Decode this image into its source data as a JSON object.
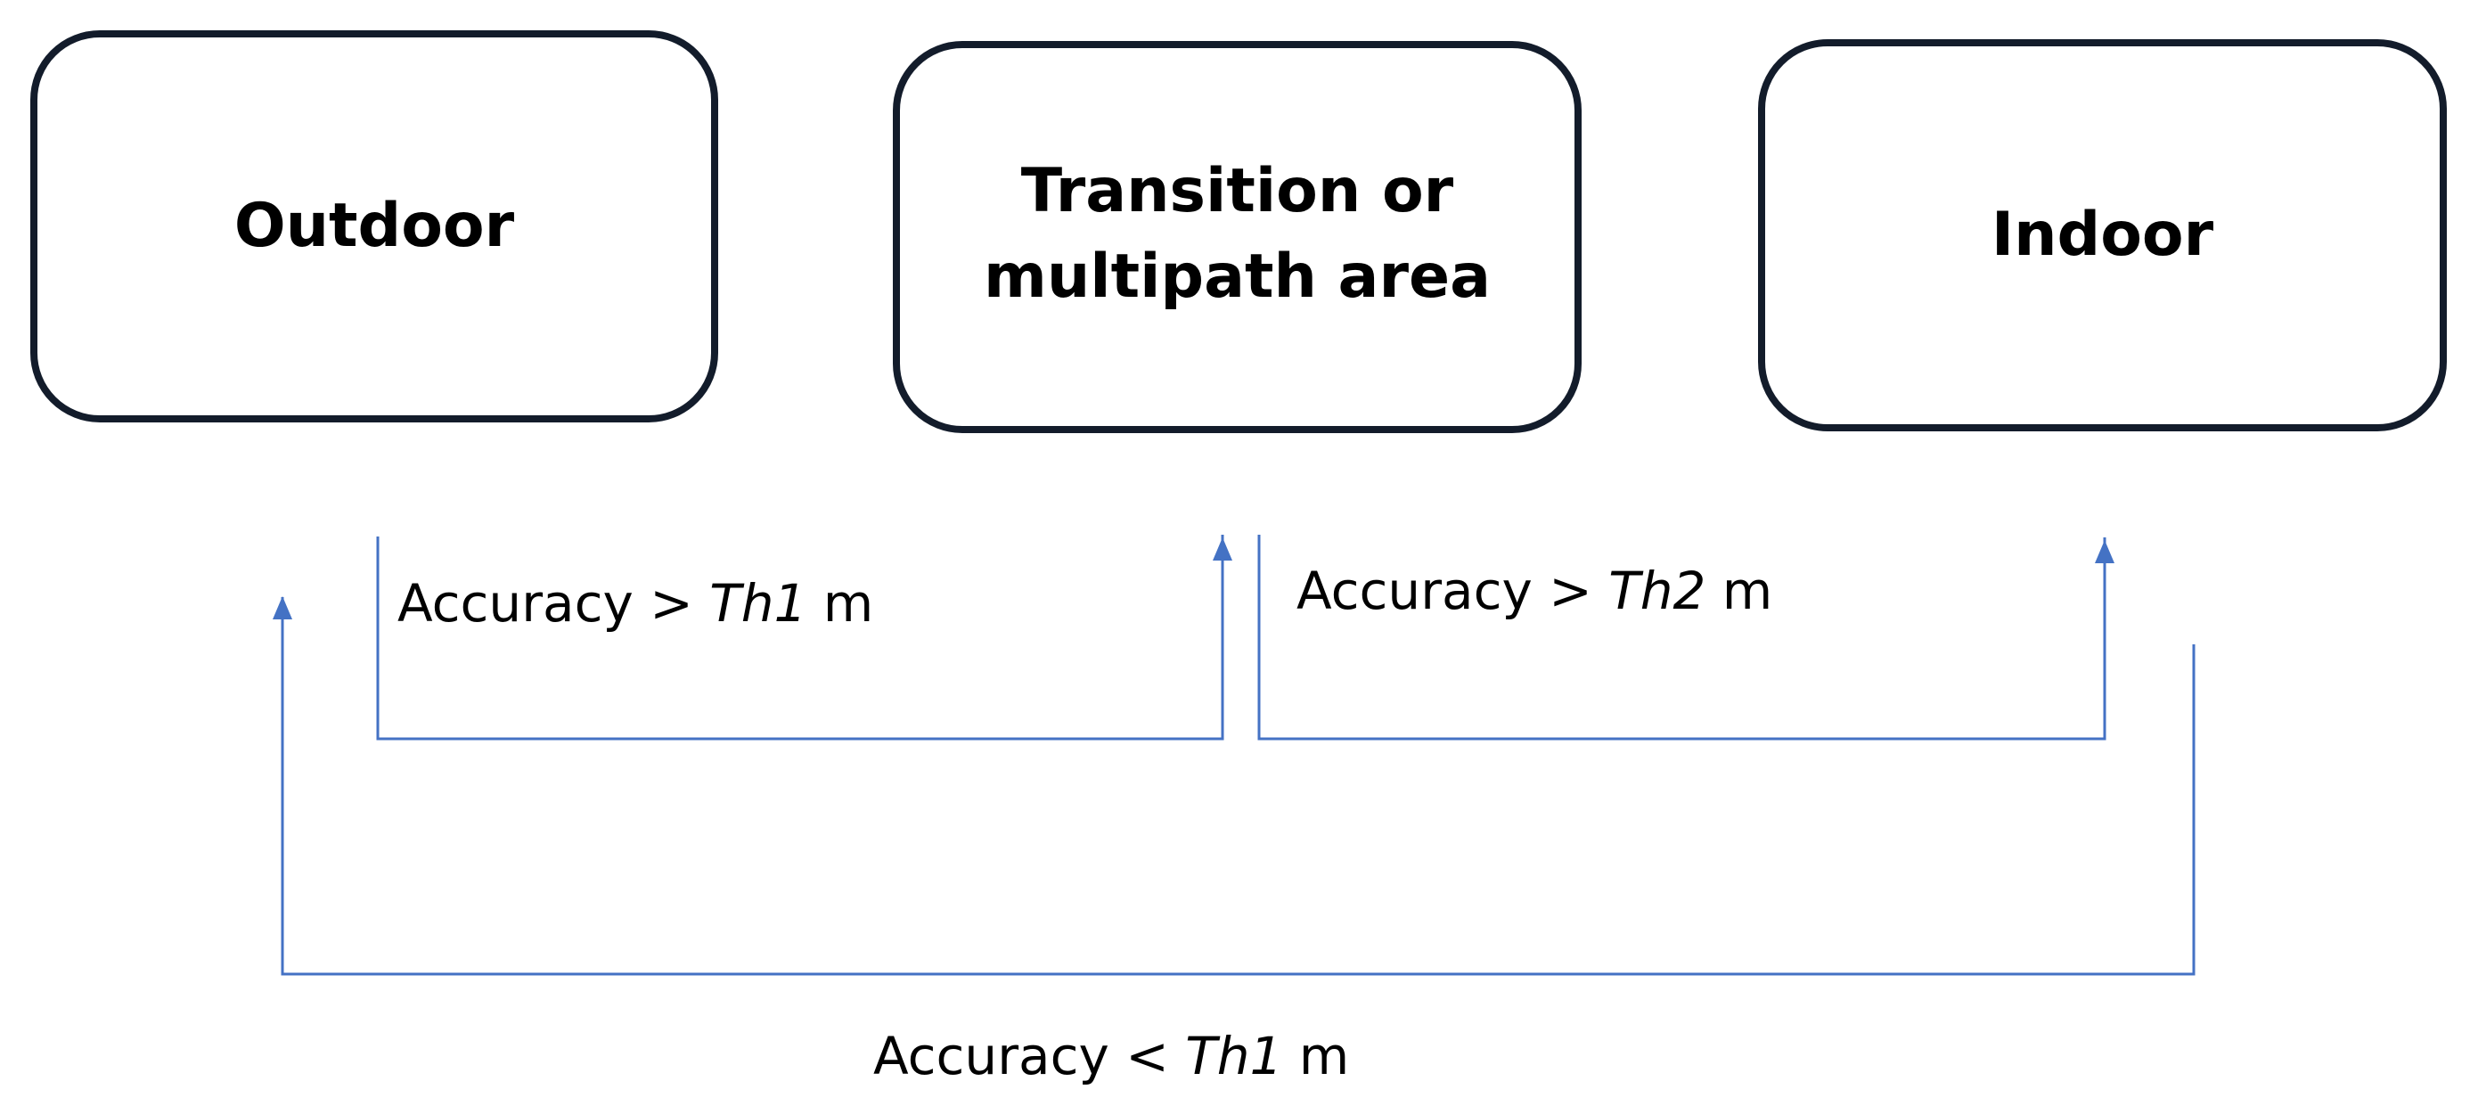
{
  "states": {
    "outdoor": "Outdoor",
    "transition_line1": "Transition or",
    "transition_line2": "multipath area",
    "indoor": "Indoor"
  },
  "transitions": {
    "outdoor_to_transition": {
      "prefix": "Accuracy > ",
      "threshold": "Th1",
      "unit": " m"
    },
    "transition_to_indoor": {
      "prefix": "Accuracy > ",
      "threshold": "Th2",
      "unit": " m"
    },
    "indoor_to_outdoor": {
      "prefix": "Accuracy < ",
      "threshold": "Th1",
      "unit": " m"
    }
  },
  "colors": {
    "box_border": "#131c2b",
    "arrow": "#4472c4",
    "text": "#000000"
  }
}
